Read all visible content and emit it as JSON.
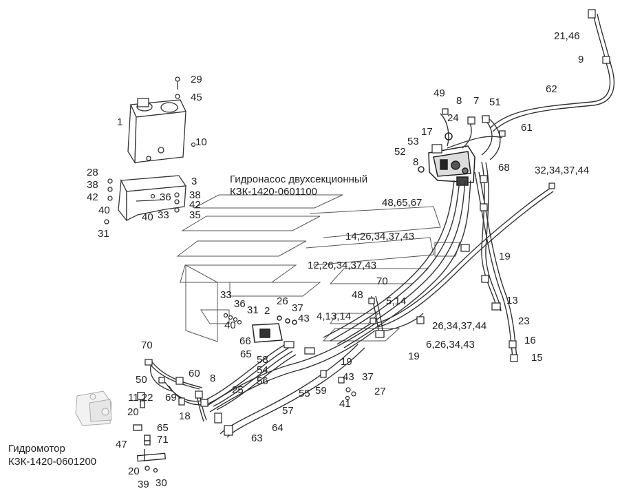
{
  "colors": {
    "ink": "#222222",
    "hose": "#333333",
    "frame": "#555555",
    "background": "#ffffff"
  },
  "captions": {
    "pump_title": "Гидронасос двухсекционный",
    "pump_code": "КЗК-1420-0601100",
    "motor_title": "Гидромотор",
    "motor_code": "КЗК-1420-0601200"
  },
  "callouts": {
    "c21_46": "21,46",
    "c9": "9",
    "c62": "62",
    "c49": "49",
    "c8a": "8",
    "c7": "7",
    "c51": "51",
    "c24": "24",
    "c61": "61",
    "c17": "17",
    "c53": "53",
    "c52": "52",
    "c8b": "8",
    "c68": "68",
    "c32_44": "32,34,37,44",
    "c29": "29",
    "c45": "45",
    "c1": "1",
    "c10": "10",
    "c28": "28",
    "c38a": "38",
    "c42a": "42",
    "c3": "3",
    "c36a": "36",
    "c38b": "38",
    "c42b": "42",
    "c40a": "40",
    "c40b": "40",
    "c33a": "33",
    "c35": "35",
    "c31a": "31",
    "c48_67": "48,65,67",
    "c14_43": "14,26,34,37,43",
    "c12_43": "12,26,34,37,43",
    "c19a": "19",
    "c70a": "70",
    "c48": "48",
    "c5_14": "5,14",
    "c13": "13",
    "c33b": "33",
    "c36b": "36",
    "c31b": "31",
    "c2": "2",
    "c26": "26",
    "c37a": "37",
    "c43a": "43",
    "c4_14": "4,13,14",
    "c40c": "40",
    "c23": "23",
    "c26_44": "26,34,37,44",
    "c16": "16",
    "c66": "66",
    "c65a": "65",
    "c6_43": "6,26,34,43",
    "c15": "15",
    "c19b": "19",
    "c58": "58",
    "c19c": "19",
    "c70b": "70",
    "c54": "54",
    "c60": "60",
    "c8c": "8",
    "c43b": "43",
    "c37b": "37",
    "c50": "50",
    "c56": "56",
    "c25": "25",
    "c55": "55",
    "c59": "59",
    "c27": "27",
    "c11_22": "11,22",
    "c69": "69",
    "c41": "41",
    "c20a": "20",
    "c18": "18",
    "c57": "57",
    "c65b": "65",
    "c64": "64",
    "c71": "71",
    "c63": "63",
    "c47": "47",
    "c20b": "20",
    "c39": "39",
    "c30": "30"
  }
}
